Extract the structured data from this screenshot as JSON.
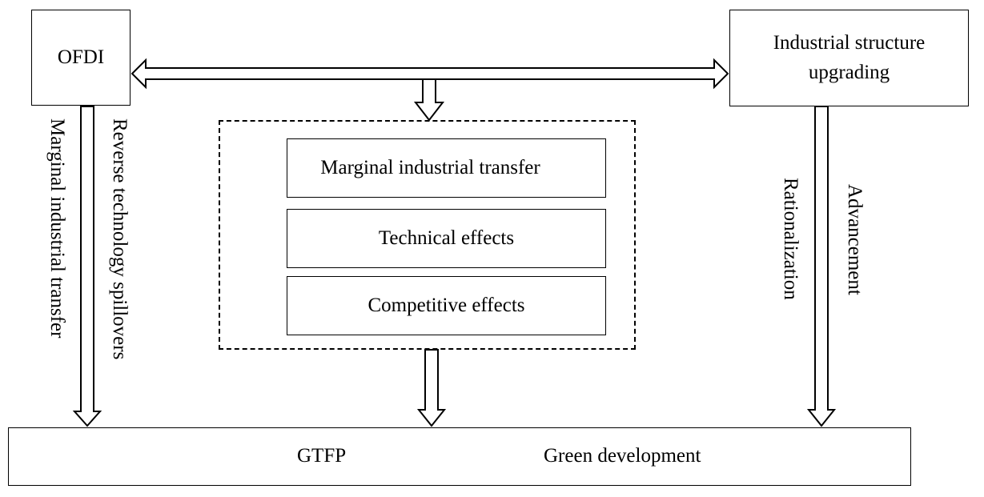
{
  "nodes": {
    "ofdi": "OFDI",
    "industrial_structure": "Industrial structure upgrading",
    "mechanisms": [
      "Marginal industrial transfer",
      "Technical effects",
      "Competitive effects"
    ],
    "gtfp": "GTFP",
    "green_development": "Green development"
  },
  "paths": {
    "left_1": "Marginal industrial transfer",
    "left_2": "Reverse technology spillovers",
    "right_1": "Rationalization",
    "right_2": "Advancement"
  }
}
